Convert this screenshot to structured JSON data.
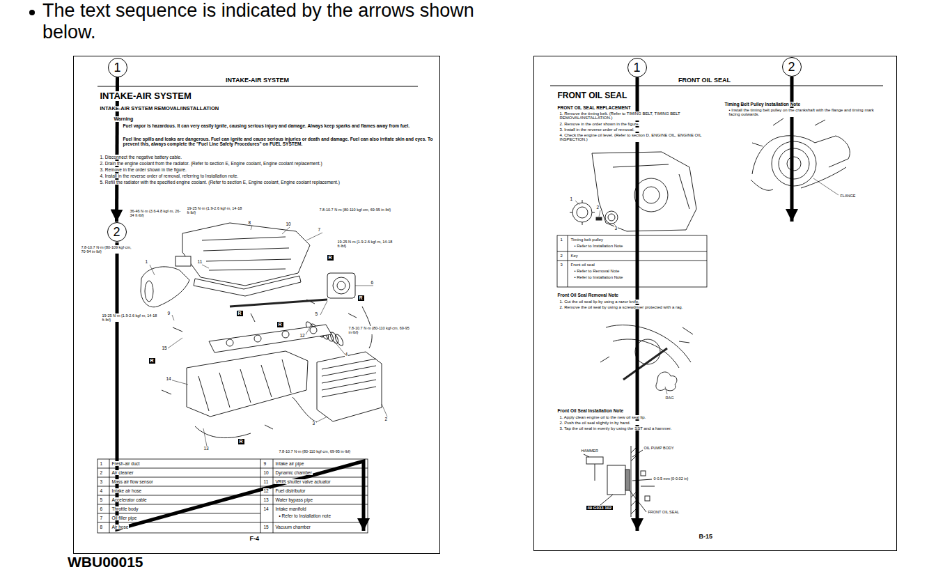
{
  "diagram": {
    "title": "The text sequence is indicated by the arrows shown below.",
    "caption": "WBU00015",
    "nodes": [
      {
        "text": [
          "INTAKE-AIR SYSTEM"
        ]
      },
      {
        "text": [
          "1"
        ],
        "in": 0
      },
      {
        "text": [
          "2"
        ],
        "in": 0
      },
      {
        "text": [
          "FRONT OIL SEAL"
        ]
      },
      {
        "text": [
          "1"
        ],
        "in": 3
      },
      {
        "text": [
          "2"
        ],
        "in": 3
      }
    ],
    "edges": [
      {
        "from": 1,
        "to": 2,
        "arrow": "to"
      }
    ],
    "labels": [
      "INTAKE-AIR SYSTEM",
      "INTAKE-AIR SYSTEM REMOVAL/INSTALLATION",
      "Warning",
      "Fuel vapor is hazardous. It can very easily ignite, causing serious injury and damage. Always keep sparks and flames away from fuel.",
      "Fuel line spills and leaks are dangerous. Fuel can ignite and cause serious injuries or death and damage. Fuel can also irritate skin and eyes. To prevent this, always complete the \"Fuel Line Safety Procedures\" on FUEL SYSTEM.",
      "1. Disconnect the negative battery cable.",
      "2. Drain the engine coolant from the radiator. (Refer to section E, Engine coolant, Engine coolant replacement.)",
      "3. Remove in the order shown in the figure.",
      "4. Install in the reverse order of removal, referring to Installation note.",
      "5. Refill the radiator with the specified engine coolant. (Refer to section E, Engine coolant, Engine coolant replacement.)",
      "36-46 N·m {3.6-4.8 kgf·m, 26-34 ft·lbf}",
      "19-25 N·m {1.9-2.6 kgf·m, 14-18 ft·lbf}",
      "7.8-10.7 N·m {80-110 kgf·cm, 69-95 in·lbf}",
      "7.8-10.7 N·m {80-109 kgf·cm, 70-94 in·lbf}",
      "19-25 N·m {1.9-2.6 kgf·m, 14-18 ft·lbf}",
      "19-25 N·m {1.9-2.6 kgf·m, 14-18 ft·lbf}",
      "7.8-10.7 N·m {80-110 kgf·cm, 69-95 in·lbf}",
      "7.8-10.7 N·m {80-110 kgf·cm, 69-95 in·lbf}",
      "1",
      "2",
      "3",
      "4",
      "5",
      "6",
      "7",
      "8",
      "9",
      "10",
      "11",
      "12",
      "13",
      "14",
      "15",
      "R",
      "R",
      "R",
      "R",
      "R",
      "R",
      "1",
      "Fresh-air duct",
      "2",
      "Air cleaner",
      "3",
      "Mass air flow sensor",
      "4",
      "Intake air hose",
      "5",
      "Accelerator cable",
      "6",
      "Throttle body",
      "7",
      "Oil filler pipe",
      "8",
      "Air hose",
      "9",
      "Intake air pipe",
      "10",
      "Dynamic chamber",
      "11",
      "VRIS shutter valve actuator",
      "12",
      "Fuel distributor",
      "13",
      "Water bypass pipe",
      "14",
      "Intake manifold",
      "• Refer to Installation note",
      "15",
      "Vacuum chamber",
      "F-4",
      "FRONT OIL SEAL",
      "FRONT OIL SEAL REPLACEMENT",
      "1. Remove the timing belt. (Refer to TIMING BELT, TIMING BELT REMOVAL/INSTALLATION.)",
      "2. Remove in the order shown in the figure.",
      "3. Install in the reverse order of removal.",
      "4. Check the engine oil level. (Refer to section D, ENGINE OIL, ENGINE OIL INSPECTION.)",
      "1",
      "2",
      "3",
      "1",
      "Timing belt pulley",
      "• Refer to Installation Note",
      "2",
      "Key",
      "3",
      "Front oil seal",
      "• Refer to Removal Note",
      "• Refer to Installation Note",
      "Front Oil Seal Removal Note",
      "1. Cut the oil seal lip by using a razor knife.",
      "2. Remove the oil seal by using a screwdriver protected with a rag.",
      "RAG",
      "Front Oil Seal Installation Note",
      "1. Apply clean engine oil to the new oil seal lip.",
      "2. Push the oil seal slightly in by hand.",
      "3. Tap the oil seal in evenly by using the SST and a hammer.",
      "HAMMER",
      "OIL PUMP BODY",
      "0-0.5 mm {0-0.02 in}",
      "49 G033 102",
      "FRONT OIL SEAL",
      "B-15",
      "Timing Belt Pulley Installation Note",
      "• Install the timing belt pulley on the crankshaft with the flange and timing mark facing outwards.",
      "FLANGE"
    ]
  }
}
